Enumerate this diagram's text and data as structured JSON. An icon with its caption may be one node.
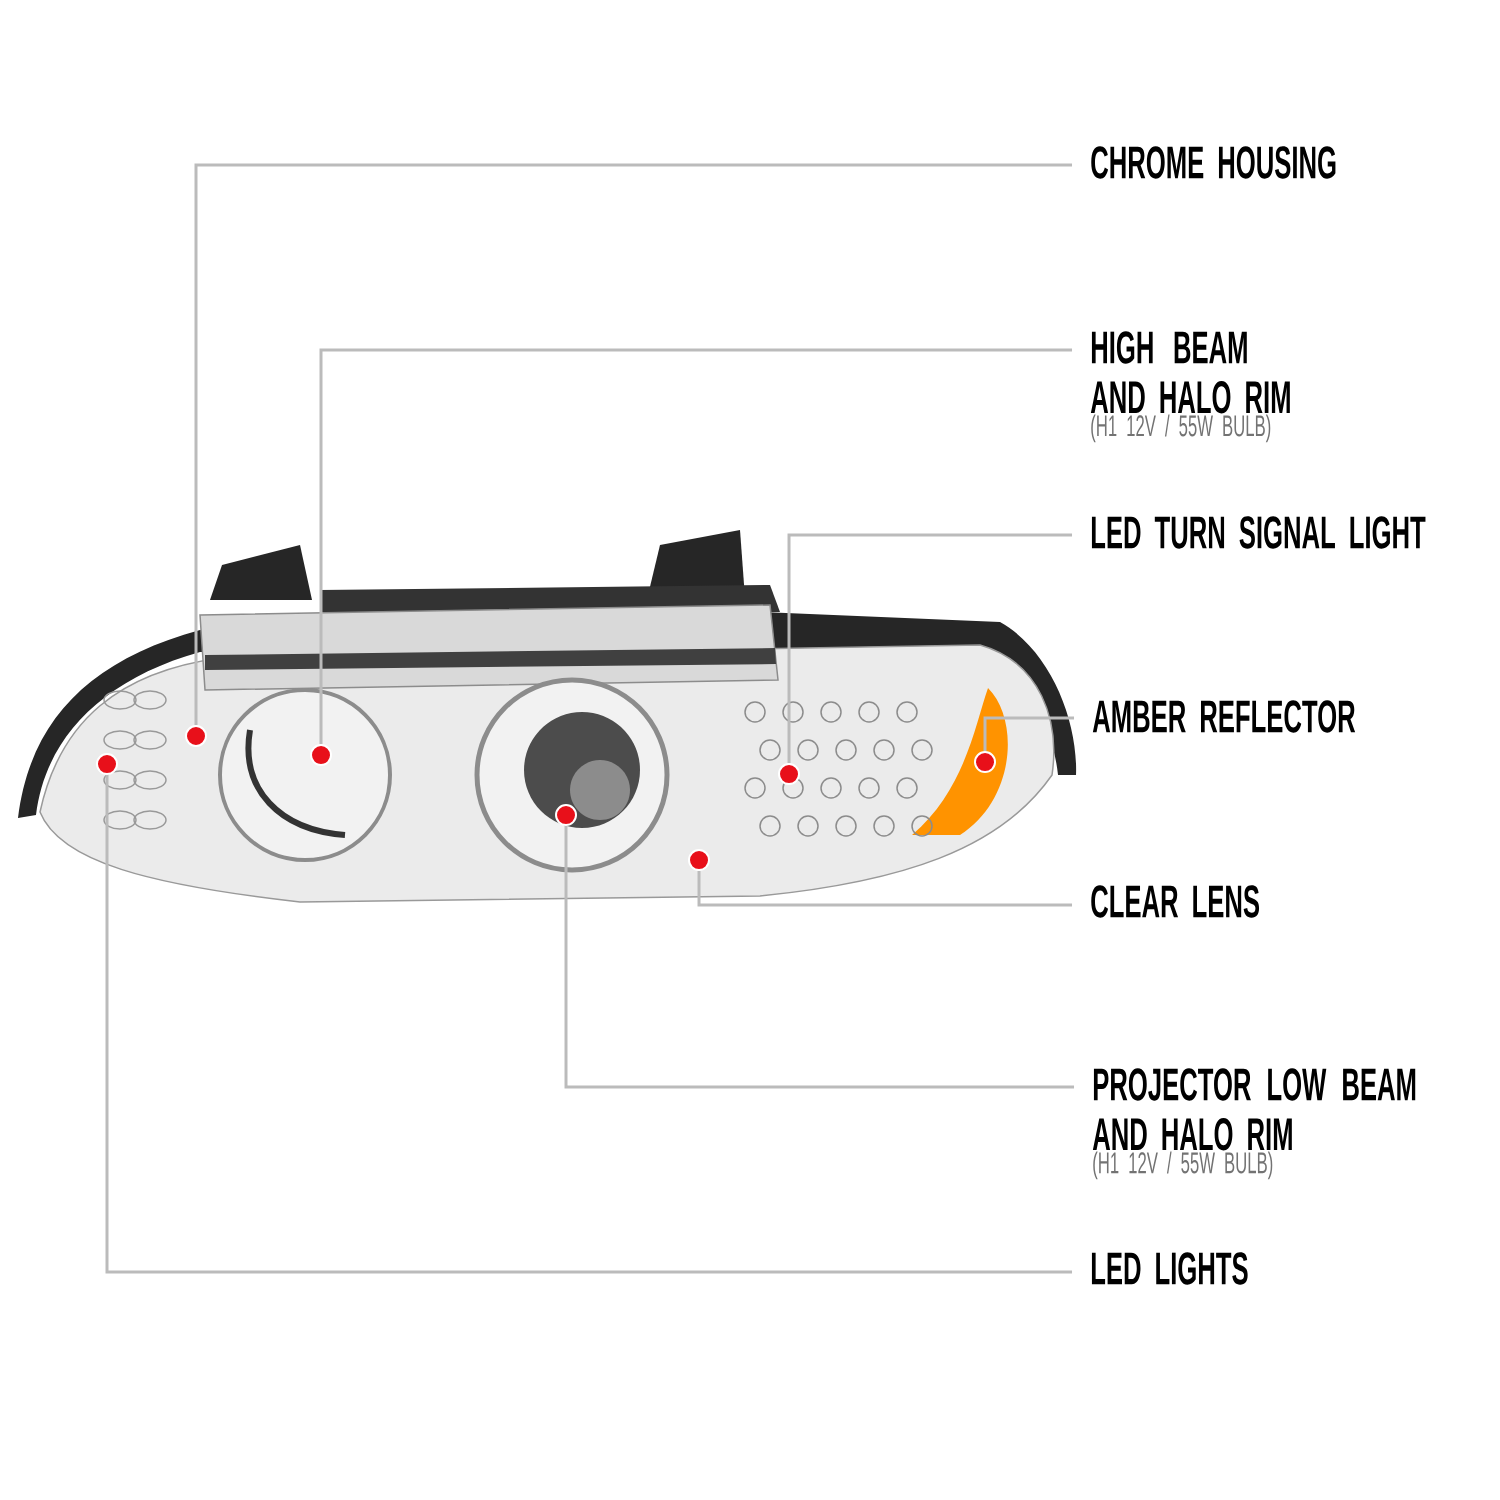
{
  "diagram": {
    "nodes": [
      {
        "text": [
          "CHROME HOUSING"
        ]
      },
      {
        "text": [
          "HIGH BEAM AND HALO RIM",
          "(H1 12V / 55W BULB)"
        ]
      },
      {
        "text": [
          "LED TURN SIGNAL LIGHT"
        ]
      },
      {
        "text": [
          "AMBER REFLECTOR"
        ]
      },
      {
        "text": [
          "CLEAR LENS"
        ]
      },
      {
        "text": [
          "PROJECTOR LOW BEAM AND HALO RIM",
          "(H1 12V / 55W BULB)"
        ]
      },
      {
        "text": [
          "LED LIGHTS"
        ]
      },
      {
        "text": [],
        "shape": "circle"
      },
      {
        "text": [],
        "shape": "circle"
      },
      {
        "text": [],
        "shape": "circle"
      },
      {
        "text": [],
        "shape": "circle"
      },
      {
        "text": [],
        "shape": "circle"
      },
      {
        "text": [],
        "shape": "circle"
      },
      {
        "text": [],
        "shape": "circle"
      }
    ],
    "edges": [
      {
        "from": 0,
        "to": 8,
        "arrow": "none"
      },
      {
        "from": 1,
        "to": 9,
        "arrow": "none"
      },
      {
        "from": 2,
        "to": 12,
        "arrow": "none"
      },
      {
        "from": 3,
        "to": 13,
        "arrow": "none"
      },
      {
        "from": 4,
        "to": 11,
        "arrow": "none"
      },
      {
        "from": 5,
        "to": 10,
        "arrow": "none"
      },
      {
        "from": 6,
        "to": 7,
        "arrow": "none"
      }
    ]
  }
}
